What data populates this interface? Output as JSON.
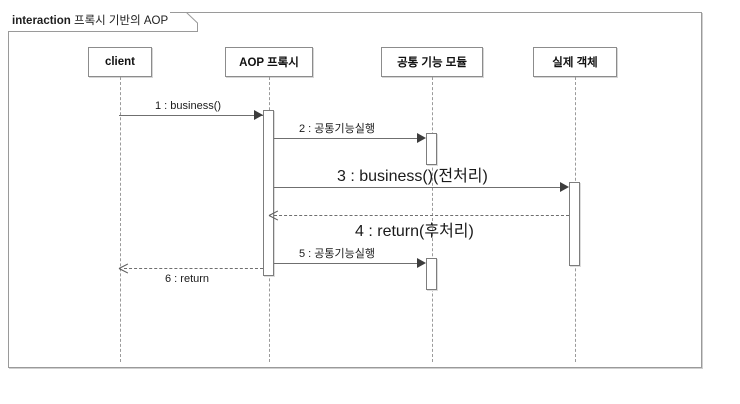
{
  "diagram": {
    "frame": {
      "keyword": "interaction",
      "name": "프록시 기반의 AOP",
      "tab_label": "interaction 프록시 기반의 AOP"
    },
    "lifelines": [
      {
        "id": "client",
        "label": "client"
      },
      {
        "id": "proxy",
        "label": "AOP 프록시"
      },
      {
        "id": "aspect",
        "label": "공통 기능 모듈"
      },
      {
        "id": "target",
        "label": "실제 객체"
      }
    ],
    "messages": [
      {
        "seq": "1",
        "label": "1 : business()",
        "from": "client",
        "to": "proxy",
        "kind": "call",
        "size": "sm"
      },
      {
        "seq": "2",
        "label": "2 : 공통기능실행",
        "from": "proxy",
        "to": "aspect",
        "kind": "call",
        "size": "sm"
      },
      {
        "seq": "3",
        "label": "3 : business()(전처리)",
        "from": "proxy",
        "to": "target",
        "kind": "call",
        "size": "lg"
      },
      {
        "seq": "4",
        "label": "4 : return(후처리)",
        "from": "target",
        "to": "proxy",
        "kind": "return",
        "size": "lg"
      },
      {
        "seq": "5",
        "label": "5 : 공통기능실행",
        "from": "proxy",
        "to": "aspect",
        "kind": "call",
        "size": "sm"
      },
      {
        "seq": "6",
        "label": "6 : return",
        "from": "proxy",
        "to": "client",
        "kind": "return",
        "size": "sm"
      }
    ],
    "colors": {
      "frame_border": "#9a9a9a",
      "head_border": "#8c8c8c",
      "lifeline": "#9b9b9b",
      "message": "#6f6f6f",
      "arrow_fill": "#3d3d3d",
      "background": "#ffffff",
      "text": "#1a1a1a"
    }
  }
}
